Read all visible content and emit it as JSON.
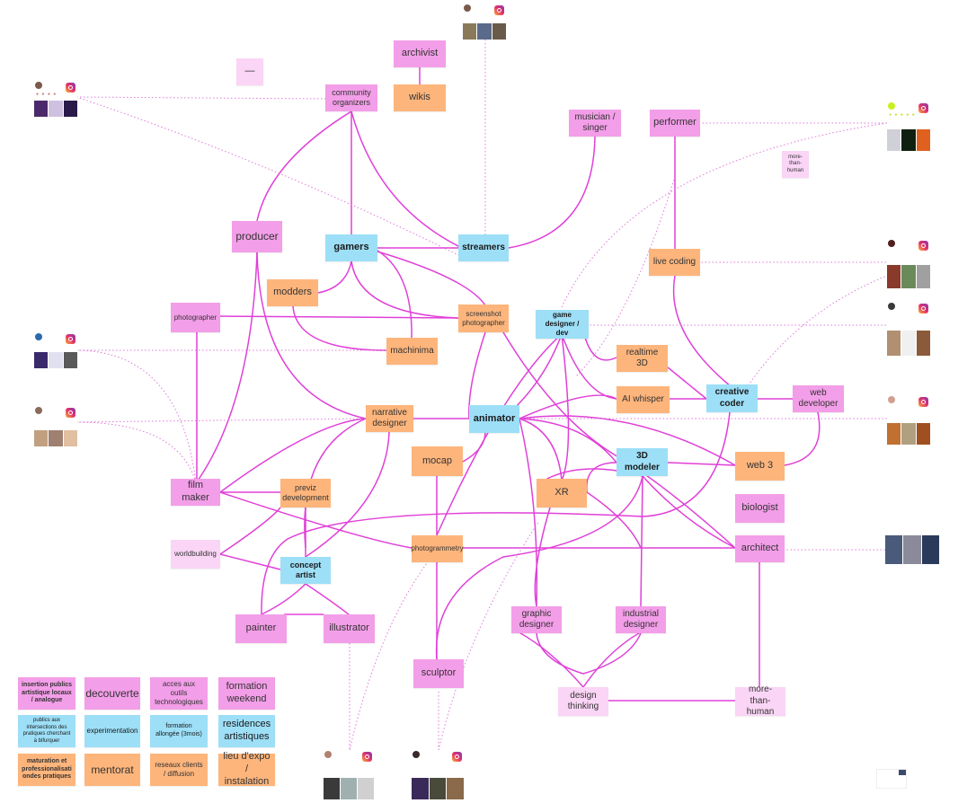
{
  "nodes": {
    "archivist": "archivist",
    "wikis": "wikis",
    "community_organizers": "community organizers",
    "musician_singer": "musician / singer",
    "performer": "performer",
    "more_than_human_small": "more-than-human",
    "producer": "producer",
    "gamers": "gamers",
    "streamers": "streamers",
    "live_coding": "live coding",
    "modders": "modders",
    "photographer": "photographer",
    "screenshot_photographer": "screenshot photographer",
    "game_designer_dev": "game designer / dev",
    "machinima": "machinima",
    "realtime_3d": "realtime 3D",
    "ai_whisper": "AI whisper",
    "creative_coder": "creative coder",
    "web_developer": "web developer",
    "narrative_designer": "narrative designer",
    "animator": "animator",
    "mocap": "mocap",
    "modeler_3d": "3D modeler",
    "web3": "web 3",
    "xr": "XR",
    "film_maker": "film maker",
    "previz_development": "previz development",
    "biologist": "biologist",
    "worldbuilding": "worldbuilding",
    "photogrammetry": "photogrammetry",
    "architect": "architect",
    "concept_artist": "concept artist",
    "painter": "painter",
    "illustrator": "illustrator",
    "graphic_designer": "graphic designer",
    "industrial_designer": "industrial designer",
    "sculptor": "sculptor",
    "design_thinking": "design thinking",
    "more_than_human": "more-than-human"
  },
  "legend": {
    "row1": [
      "insertion publics artistique  locaux / analogue",
      "decouverte",
      "acces aux outils technologiques",
      "formation weekend"
    ],
    "row2": [
      "publics aux intersections des pratiques cherchant à bifurquer",
      "experimentation",
      "formation allongée (3mois)",
      "residences artistiques"
    ],
    "row3": [
      "maturation et professionalisati ondes pratiques",
      "mentorat",
      "reseaux clients / diffusion",
      "lieu d'expo / instalation"
    ]
  },
  "colors": {
    "pink": "#f39ee8",
    "orange": "#fdb57c",
    "blue": "#9ddff7",
    "light_pink": "#fad5f5",
    "edge": "#e040d8"
  },
  "icons": [
    "instagram-icon"
  ]
}
